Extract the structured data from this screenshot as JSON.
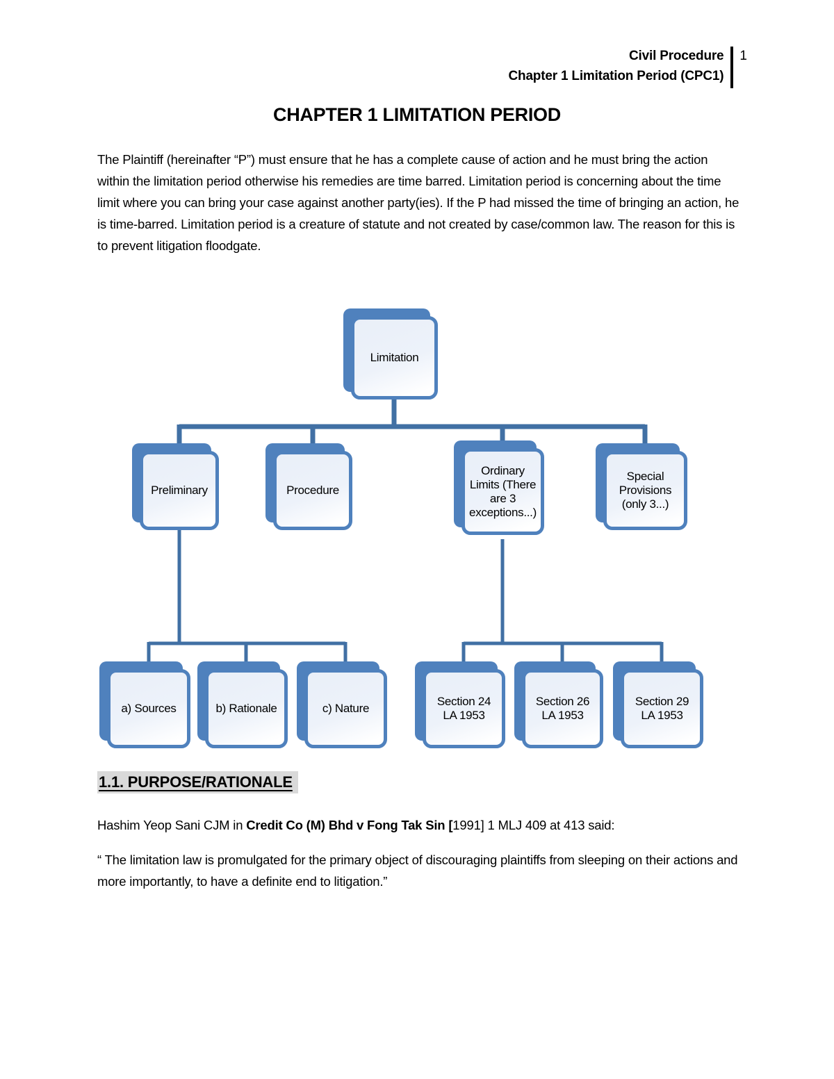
{
  "header": {
    "line1": "Civil Procedure",
    "line2": "Chapter 1 Limitation Period (CPC1)",
    "page_number": "1"
  },
  "title": "CHAPTER 1 LIMITATION PERIOD",
  "intro_paragraph": "The Plaintiff (hereinafter “P”) must ensure that he has a complete cause of action and he must bring the action within the limitation period otherwise his remedies are time barred. Limitation period is concerning about the time limit where you can bring your case against another party(ies). If the P had missed the time of bringing an action, he is time-barred. Limitation period is a creature of statute and not created by case/common law. The reason for this is to prevent litigation floodgate.",
  "diagram": {
    "root": {
      "label": "Limitation"
    },
    "level2": [
      {
        "label": "Preliminary"
      },
      {
        "label": "Procedure"
      },
      {
        "label": "Ordinary\nLimits (There\nare 3\nexceptions...)"
      },
      {
        "label": "Special\nProvisions\n(only 3...)"
      }
    ],
    "level3_left": [
      {
        "label": "a) Sources"
      },
      {
        "label": "b) Rationale"
      },
      {
        "label": "c) Nature"
      }
    ],
    "level3_right": [
      {
        "label": "Section 24\nLA 1953"
      },
      {
        "label": "Section 26\nLA 1953"
      },
      {
        "label": "Section 29\nLA 1953"
      }
    ]
  },
  "section": {
    "heading": "1.1. PURPOSE/RATIONALE"
  },
  "case_line": {
    "prefix": "Hashim Yeop Sani CJM in ",
    "bold": "Credit Co (M) Bhd v Fong Tak Sin [",
    "suffix": "1991] 1 MLJ 409 at 413 said:"
  },
  "quote": "“ The limitation law is promulgated for the primary object of discouraging plaintiffs from sleeping on their actions and more importantly, to have a definite end to litigation.”",
  "colors": {
    "accent_blue": "#4f81bd",
    "connector_blue": "#4170a4",
    "box_fill": "#e9eff8",
    "highlight_gray": "#d9d9d9"
  }
}
